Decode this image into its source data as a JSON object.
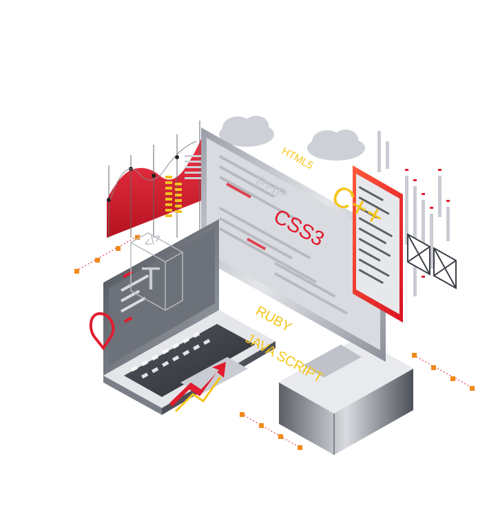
{
  "labels": {
    "html5": "HTML5",
    "php": "PHP",
    "cpp": "C++",
    "css3": "CSS3",
    "ruby": "RUBY",
    "javascript": "JAVA SCRIPT",
    "code_tag": "</>",
    "typography_glyph": "T"
  },
  "colors": {
    "background": "#ffffff",
    "accent_red": "#e01c2e",
    "accent_yellow": "#f5c518",
    "accent_orange": "#f08a1a",
    "metal_dark": "#3a3d44",
    "metal_light": "#e7e8ec",
    "cloud": "#c9cbd1"
  },
  "icons": [
    "cloud-icon",
    "map-pin-icon",
    "trend-arrow-icon",
    "image-placeholder-icon",
    "typography-icon"
  ]
}
